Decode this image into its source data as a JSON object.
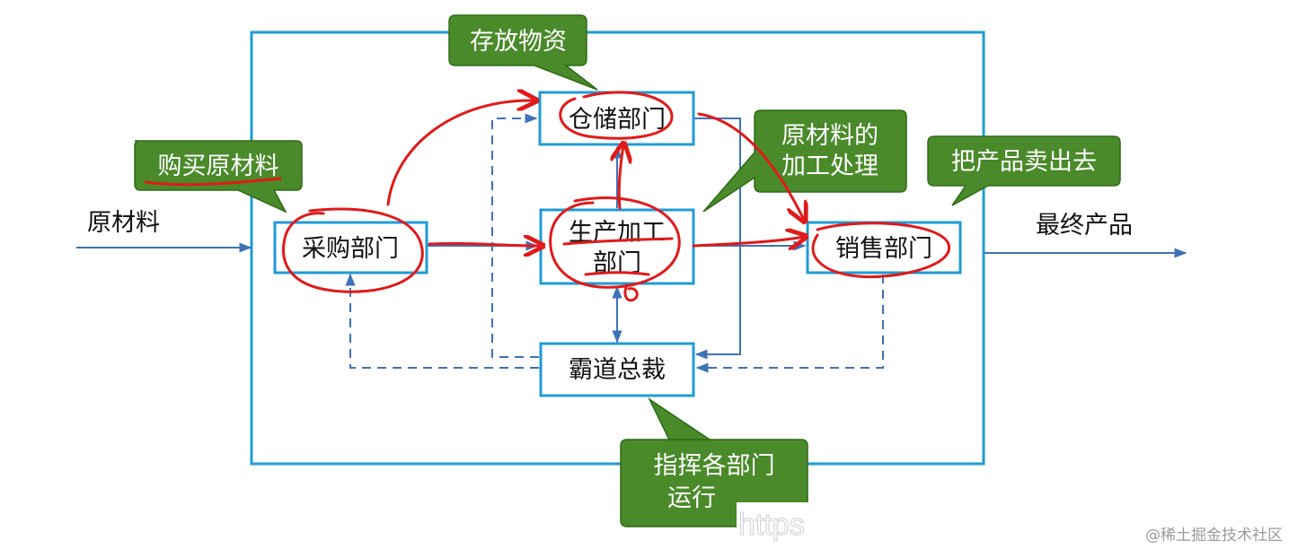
{
  "outer_labels": {
    "input": "原材料",
    "output": "最终产品"
  },
  "departments": {
    "purchase": "采购部门",
    "warehouse": "仓储部门",
    "production_line1": "生产加工",
    "production_line2": "部门",
    "sales": "销售部门",
    "ceo": "霸道总裁"
  },
  "callouts": {
    "buy": "购买原材料",
    "store": "存放物资",
    "process_line1": "原材料的",
    "process_line2": "加工处理",
    "sell": "把产品卖出去",
    "command_line1": "指挥各部门",
    "command_line2": "运行"
  },
  "url_fragment": "https",
  "watermark": "@稀土掘金技术社区",
  "colors": {
    "box_border": "#1f9bd6",
    "outer_border": "#1f9bd6",
    "arrow": "#3f72b5",
    "annotation_red": "#e01a1a",
    "callout_fill": "#4a8a2a",
    "callout_border": "#2e6b16"
  }
}
